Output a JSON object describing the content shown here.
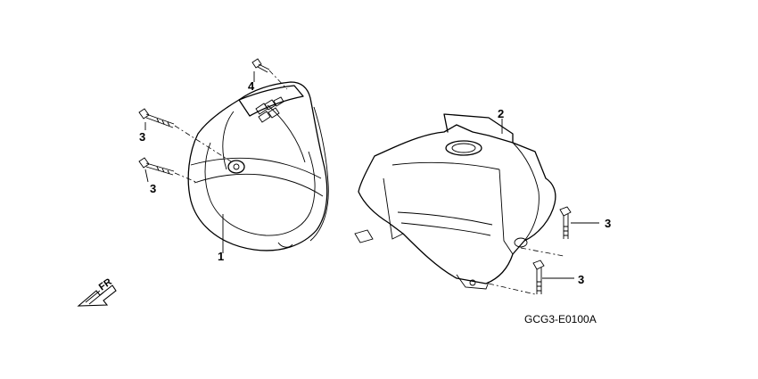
{
  "callouts": {
    "fan_cover_left": "1",
    "shroud_right": "2",
    "bolt_upper_left": "3",
    "bolt_lower_left": "3",
    "bolt_upper_right": "3",
    "bolt_lower_right": "3",
    "screw_top": "4"
  },
  "direction_label": "FR",
  "drawing_code": "GCG3-E0100A"
}
